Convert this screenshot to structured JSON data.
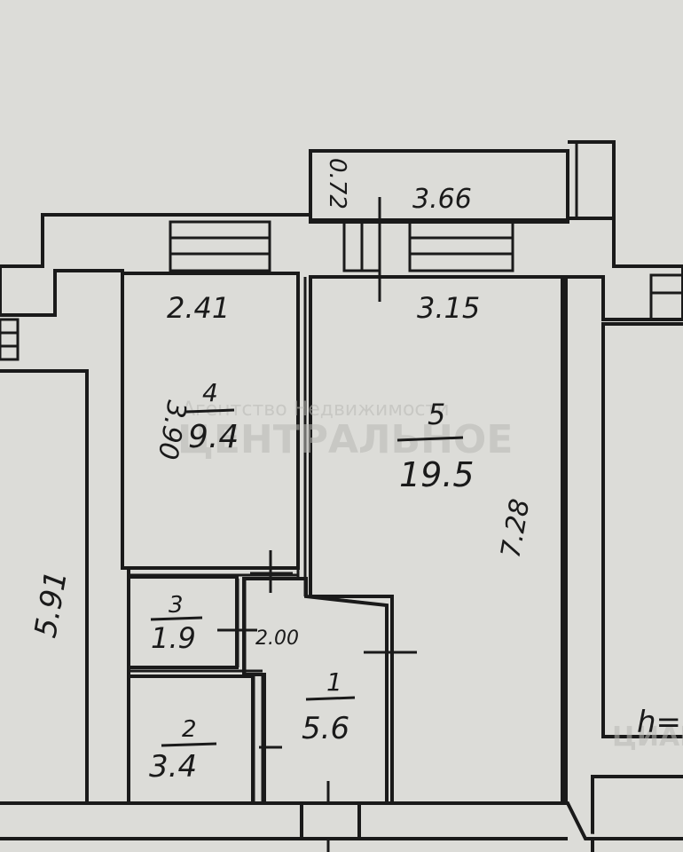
{
  "plan": {
    "colors": {
      "paper": "#dcdcd8",
      "ink": "#1a1a1a",
      "wall": "#dcdcd8"
    },
    "balcony": {
      "width": "3.66",
      "depth": "0.72"
    },
    "rooms": [
      {
        "number": "1",
        "area": "5.6"
      },
      {
        "number": "2",
        "area": "3.4"
      },
      {
        "number": "3",
        "area": "1.9"
      },
      {
        "number": "4",
        "area": "9.4"
      },
      {
        "number": "5",
        "area": "19.5"
      }
    ],
    "dimensions": {
      "room4_width": "2.41",
      "room4_depth": "3.90",
      "room5_width": "3.15",
      "room5_depth": "7.28",
      "corridor_width": "2.00",
      "left_flat_depth": "5.91",
      "right_partial": "h="
    },
    "watermark": {
      "line1": "Агентство Недвижимости",
      "line2": "ЦЕНТРАЛЬНОЕ",
      "corner": "ЦИАН"
    }
  }
}
